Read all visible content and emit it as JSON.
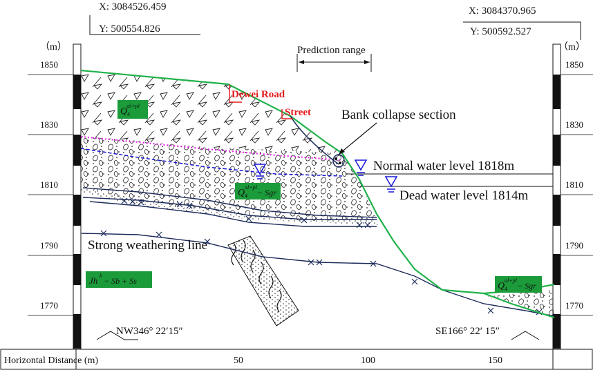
{
  "coords": {
    "left_x": "X: 3084526.459",
    "left_y": "Y: 500554.826",
    "right_x": "X: 3084370.965",
    "right_y": "Y: 500592.527"
  },
  "axis": {
    "unit": "（m）",
    "elevations": [
      "1850",
      "1830",
      "1810",
      "1790",
      "1770"
    ],
    "horizontal_label": "Horizontal Distance (m)",
    "distance_ticks": [
      "50",
      "100",
      "150"
    ]
  },
  "labels": {
    "prediction_range": "Prediction range",
    "road_line1": "Dewei Road",
    "road_line2": "Street",
    "bank_collapse": "Bank collapse section",
    "normal_water": "Normal water level  1818m",
    "dead_water": "Dead water level 1814m",
    "weathering": "Strong weathering line",
    "nw_bearing": "NW346°  22′15″",
    "se_bearing": "SE166°  22′ 15″"
  },
  "strata": {
    "q4_top_sub": "al+pl",
    "q4_mid_sub": "al+pl",
    "q4_mid_tail": "− Sgr",
    "q4_right_sub": "al+pl",
    "q4_right_tail": "− Sgr",
    "jh_base": "Jh",
    "jh_sup": "b",
    "jh_tail": " − Sb + Ss"
  },
  "colors": {
    "ground_line": "#1fb24a",
    "road_red": "#e31a1c",
    "water_blue": "#1515d8",
    "label_green": "#1b9b3a",
    "dotted_magenta": "#e619e6",
    "line_navy": "#1b2a5a"
  }
}
